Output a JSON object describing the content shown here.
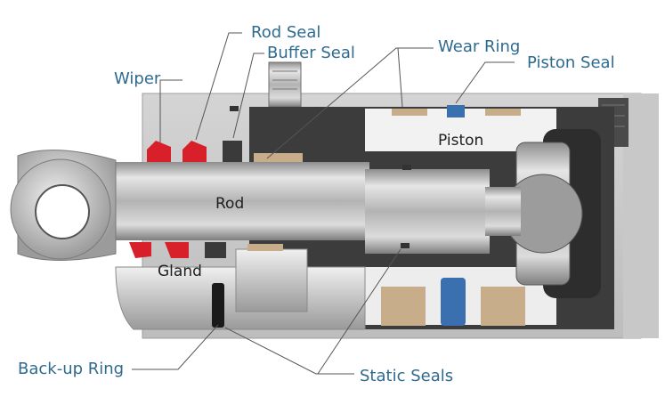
{
  "labels": {
    "rod_seal": "Rod Seal",
    "buffer_seal": "Buffer Seal",
    "wear_ring": "Wear Ring",
    "piston_seal": "Piston Seal",
    "wiper": "Wiper",
    "piston": "Piston",
    "rod": "Rod",
    "gland": "Gland",
    "backup_ring": "Back-up Ring",
    "static_seals": "Static Seals"
  },
  "colors": {
    "label_text": "#2f6a8f",
    "seal_red": "#d8202a",
    "seal_blue": "#3a6fb0",
    "wear_ring_tan": "#c8ad8a",
    "leader_line": "#555555"
  }
}
